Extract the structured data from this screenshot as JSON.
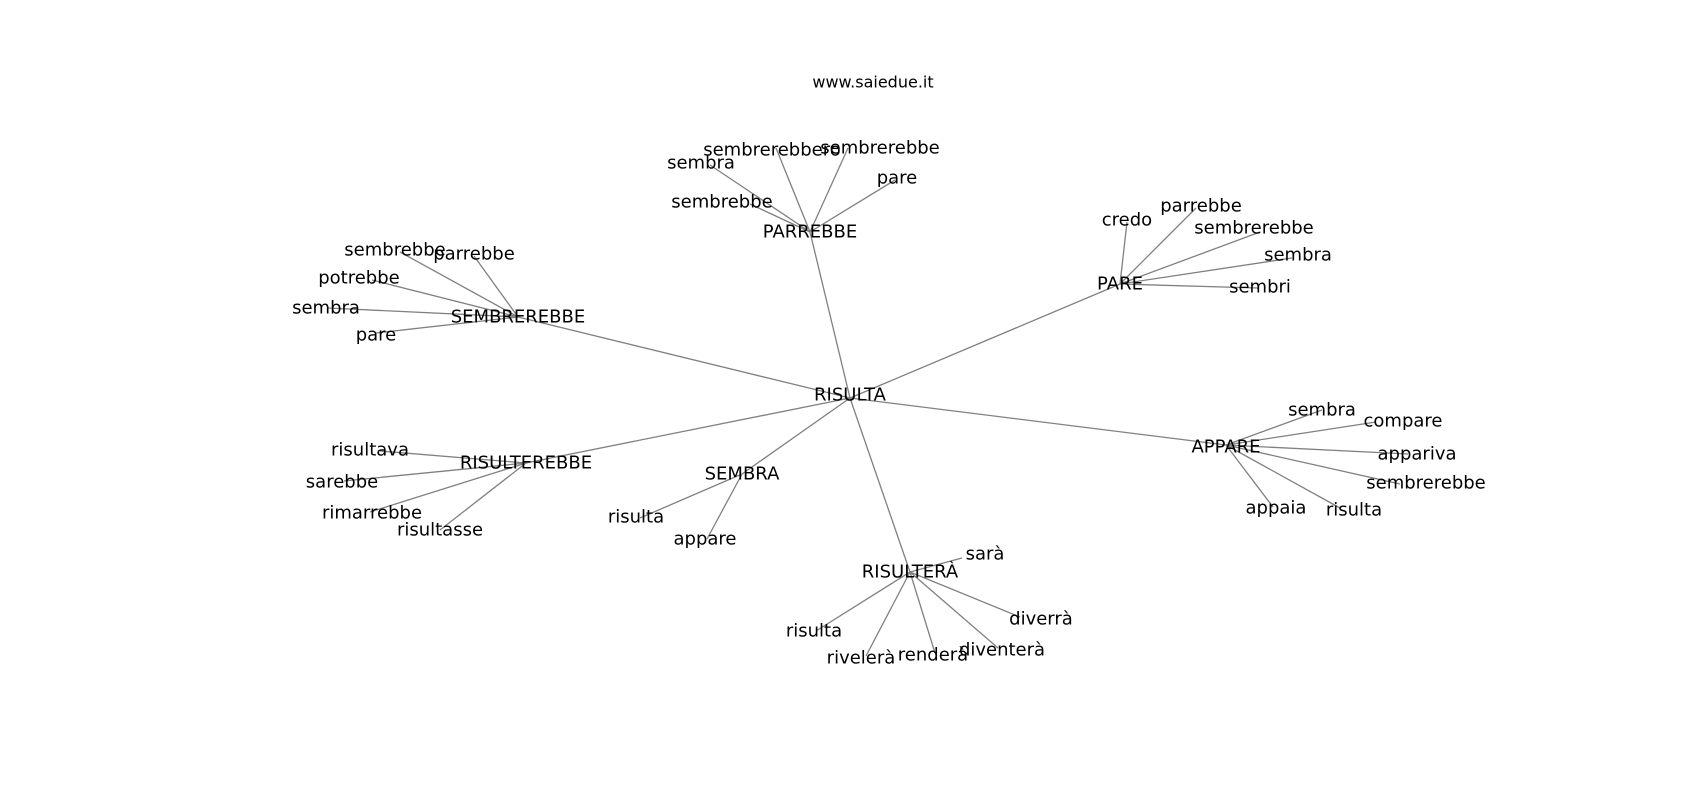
{
  "credit": "www.saiedue.it",
  "graph": {
    "root": "RISULTA",
    "hubs": [
      {
        "label": "PARREBBE",
        "leaves": [
          "sembrerebbero",
          "sembrerebbe",
          "sembra",
          "pare",
          "sembrebbe"
        ]
      },
      {
        "label": "PARE",
        "leaves": [
          "credo",
          "parrebbe",
          "sembrerebbe",
          "sembra",
          "sembri"
        ]
      },
      {
        "label": "SEMBREREBBE",
        "leaves": [
          "sembrebbe",
          "parrebbe",
          "potrebbe",
          "sembra",
          "pare"
        ]
      },
      {
        "label": "APPARE",
        "leaves": [
          "sembra",
          "compare",
          "appariva",
          "sembrerebbe",
          "appaia",
          "risulta"
        ]
      },
      {
        "label": "RISULTEREBBE",
        "leaves": [
          "risultava",
          "sarebbe",
          "rimarrebbe",
          "risultasse"
        ]
      },
      {
        "label": "SEMBRA",
        "leaves": [
          "risulta",
          "appare"
        ]
      },
      {
        "label": "RISULTERÀ",
        "leaves": [
          "sarà",
          "diverrà",
          "risulta",
          "diventerà",
          "rivelerà",
          "renderà"
        ]
      }
    ]
  }
}
